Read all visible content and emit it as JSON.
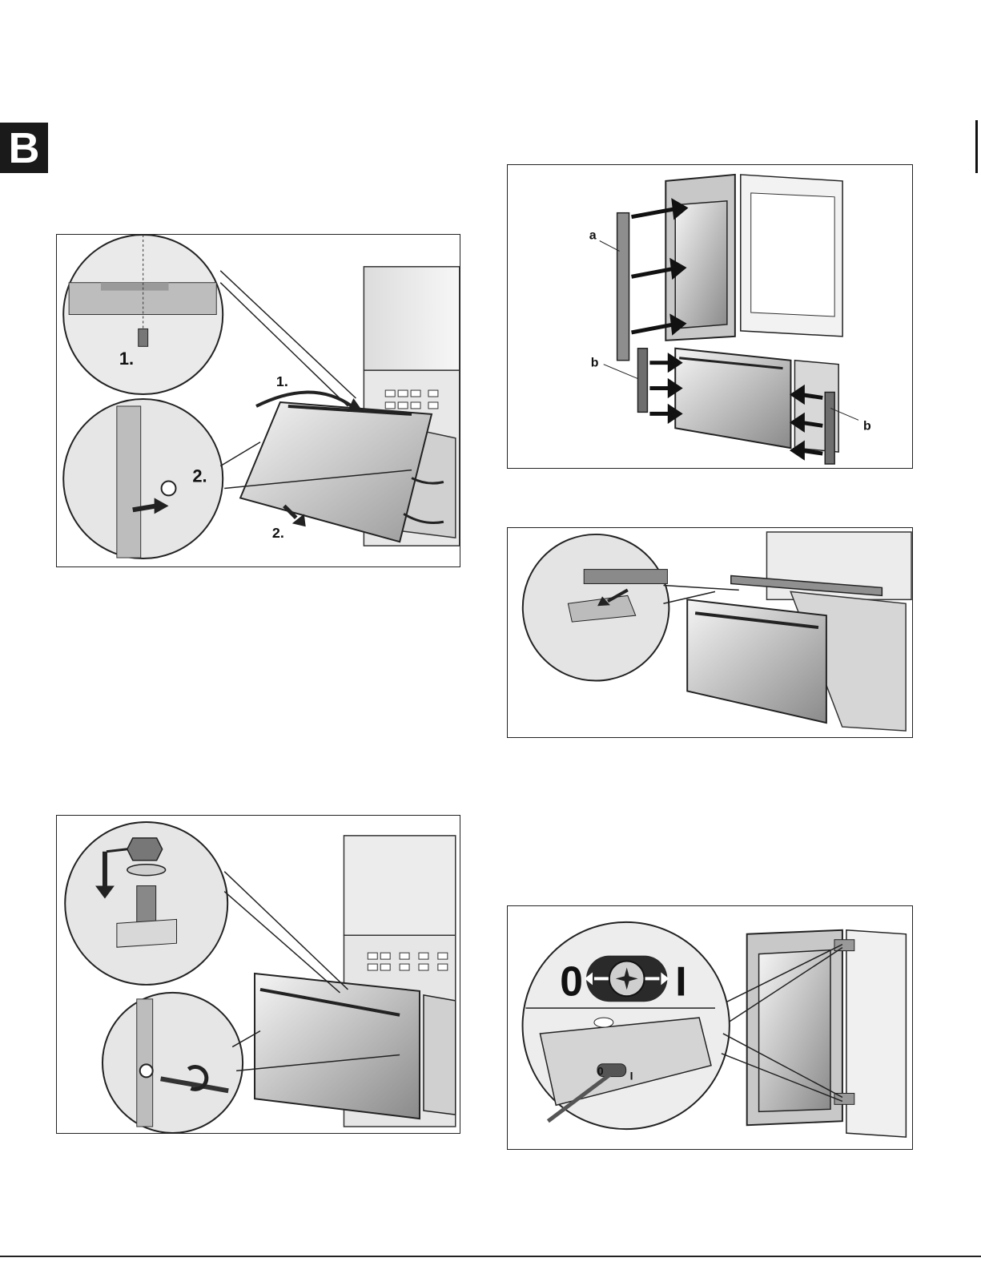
{
  "section": {
    "letter": "B"
  },
  "figures": {
    "fig1": {
      "step_zoom_1": "1.",
      "step_zoom_2": "2.",
      "step_main_1": "1.",
      "step_main_2": "2."
    },
    "fig2": {
      "label_a": "a",
      "label_b_left": "b",
      "label_b_right": "b"
    },
    "fig3": {},
    "fig4": {},
    "fig5": {
      "scale_min": "0",
      "scale_max": "I",
      "dial_min": "0",
      "dial_max": "I"
    }
  }
}
